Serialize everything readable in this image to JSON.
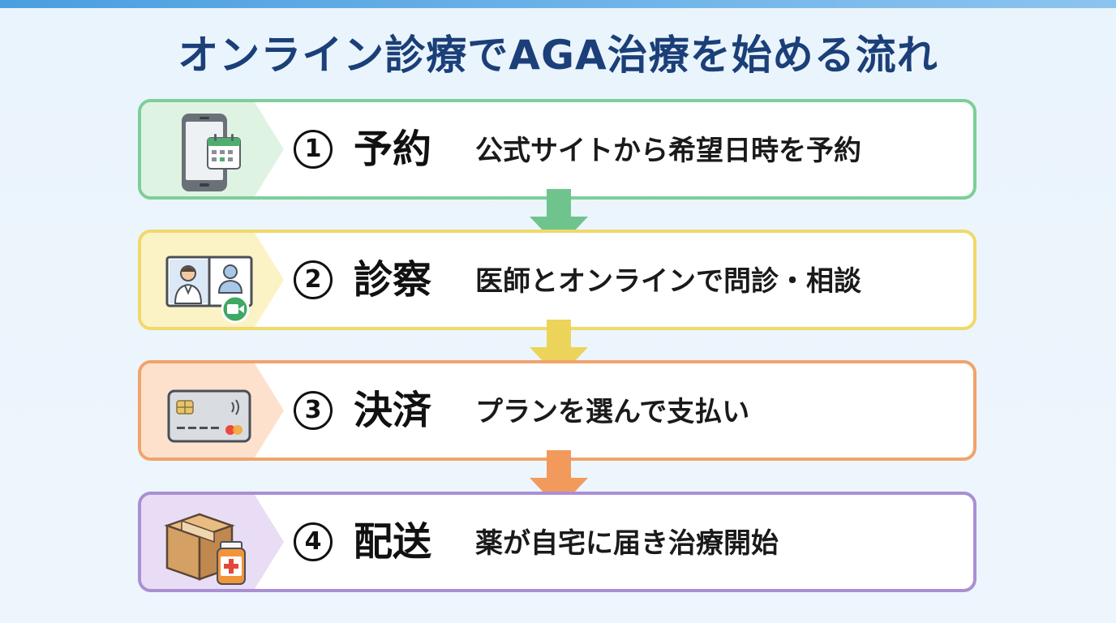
{
  "title": "オンライン診療でAGA治療を始める流れ",
  "colors": {
    "green": "#7ccf98",
    "yellow": "#f1d86a",
    "orange": "#f1a36c",
    "purple": "#aa8fd4",
    "title": "#1b3f78"
  },
  "steps": [
    {
      "number": "1",
      "label": "予約",
      "description": "公式サイトから希望日時を予約",
      "icon": "smartphone-calendar-icon"
    },
    {
      "number": "2",
      "label": "診察",
      "description": "医師とオンラインで問診・相談",
      "icon": "video-consultation-icon"
    },
    {
      "number": "3",
      "label": "決済",
      "description": "プランを選んで支払い",
      "icon": "credit-card-icon"
    },
    {
      "number": "4",
      "label": "配送",
      "description": "薬が自宅に届き治療開始",
      "icon": "package-medicine-icon"
    }
  ]
}
